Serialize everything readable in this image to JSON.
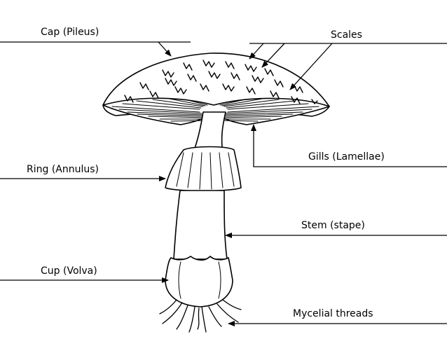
{
  "labels": {
    "cap": "Cap (Pileus)",
    "scales": "Scales",
    "gills": "Gills (Lamellae)",
    "ring": "Ring (Annulus)",
    "stem": "Stem (stape)",
    "cup": "Cup (Volva)",
    "mycelial": "Mycelial threads"
  }
}
